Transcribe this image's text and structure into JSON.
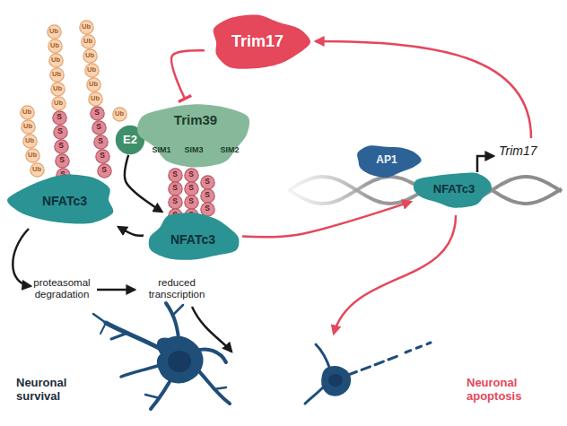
{
  "diagram": {
    "nodes": [
      {
        "text": [
          "Trim17"
        ]
      },
      {
        "text": [
          "Ub"
        ]
      },
      {
        "text": [
          "E2"
        ]
      },
      {
        "text": [
          "Trim39",
          "SIM1",
          "SIM3",
          "SIM2"
        ]
      },
      {
        "text": [
          "Ub"
        ]
      },
      {
        "text": [
          "Ub"
        ]
      },
      {
        "text": [
          "Ub"
        ]
      },
      {
        "text": [
          "Ub"
        ]
      },
      {
        "text": [
          "Ub"
        ]
      },
      {
        "text": [
          "Ub"
        ]
      },
      {
        "text": [
          "Ub"
        ]
      },
      {
        "text": [
          "Ub"
        ]
      },
      {
        "text": [
          "Ub"
        ]
      },
      {
        "text": [
          "Ub"
        ]
      },
      {
        "text": [
          "Ub"
        ]
      },
      {
        "text": [
          "S"
        ]
      },
      {
        "text": [
          "S"
        ]
      },
      {
        "text": [
          "S"
        ]
      },
      {
        "text": [
          "S"
        ]
      },
      {
        "text": [
          "S"
        ]
      },
      {
        "text": [
          "Ub"
        ]
      },
      {
        "text": [
          "Ub"
        ]
      },
      {
        "text": [
          "Ub"
        ]
      },
      {
        "text": [
          "Ub"
        ]
      },
      {
        "text": [
          "Ub"
        ]
      },
      {
        "text": [
          "Ub"
        ]
      },
      {
        "text": [
          "S"
        ]
      },
      {
        "text": [
          "S"
        ]
      },
      {
        "text": [
          "S"
        ]
      },
      {
        "text": [
          "S"
        ]
      },
      {
        "text": [
          "S"
        ]
      },
      {
        "text": [
          "NFATc3"
        ]
      },
      {
        "text": [
          "S"
        ]
      },
      {
        "text": [
          "S"
        ]
      },
      {
        "text": [
          "S"
        ]
      },
      {
        "text": [
          "S"
        ]
      },
      {
        "text": [
          "S"
        ]
      },
      {
        "text": [
          "S"
        ]
      },
      {
        "text": [
          "S"
        ]
      },
      {
        "text": [
          "S"
        ]
      },
      {
        "text": [
          "S"
        ]
      },
      {
        "text": [
          "S"
        ]
      },
      {
        "text": [
          "S"
        ]
      },
      {
        "text": [
          "NFATc3"
        ]
      },
      {
        "text": [
          "AP1"
        ]
      },
      {
        "text": [
          "NFATc3"
        ]
      }
    ],
    "edges": [
      {
        "from": 0,
        "to": 3,
        "arrow": "to"
      },
      {
        "from": 2,
        "to": 43,
        "arrow": "to"
      },
      {
        "from": 43,
        "to": 31,
        "arrow": "to"
      },
      {
        "from": 43,
        "to": 45,
        "arrow": "to"
      }
    ],
    "labels": [
      "proteasomal degradation",
      "reduced transcription",
      "Trim17",
      "Neuronal survival",
      "Neuronal apoptosis"
    ]
  }
}
